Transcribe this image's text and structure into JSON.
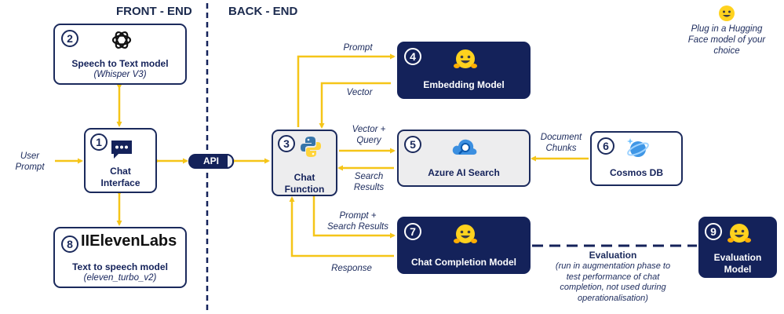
{
  "headers": {
    "front_end": "FRONT - END",
    "back_end": "BACK - END"
  },
  "nodes": {
    "speech_to_text": {
      "number": "2",
      "title": "Speech to Text model",
      "subtitle": "(Whisper V3)"
    },
    "chat_interface": {
      "number": "1",
      "title_line1": "Chat",
      "title_line2": "Interface"
    },
    "text_to_speech": {
      "number": "8",
      "brand": "IIElevenLabs",
      "title": "Text to speech model",
      "subtitle": "(eleven_turbo_v2)"
    },
    "api": {
      "label": "API"
    },
    "chat_function": {
      "number": "3",
      "title_line1": "Chat",
      "title_line2": "Function"
    },
    "embedding_model": {
      "number": "4",
      "title": "Embedding Model"
    },
    "azure_ai_search": {
      "number": "5",
      "title": "Azure AI Search"
    },
    "cosmos_db": {
      "number": "6",
      "title": "Cosmos DB"
    },
    "chat_completion_model": {
      "number": "7",
      "title": "Chat Completion Model"
    },
    "evaluation_model": {
      "number": "9",
      "title_line1": "Evaluation",
      "title_line2": "Model"
    }
  },
  "labels": {
    "user_prompt": [
      "User",
      "Prompt"
    ],
    "prompt": "Prompt",
    "vector": "Vector",
    "vector_query": [
      "Vector +",
      "Query"
    ],
    "search_results": [
      "Search",
      "Results"
    ],
    "document_chunks": [
      "Document",
      "Chunks"
    ],
    "prompt_search_results": [
      "Prompt +",
      "Search Results"
    ],
    "response": "Response",
    "evaluation_title": "Evaluation",
    "evaluation_note": [
      "(run in augmentation phase to",
      "test performance of chat",
      "completion, not used during",
      "operationalisation)"
    ]
  },
  "legend": {
    "text": [
      "Plug in a Hugging",
      "Face model of your",
      "choice"
    ]
  },
  "colors": {
    "navy": "#14225a",
    "arrow": "#f5c518",
    "gray": "#ededee",
    "hf_yellow": "#ffd21e"
  }
}
